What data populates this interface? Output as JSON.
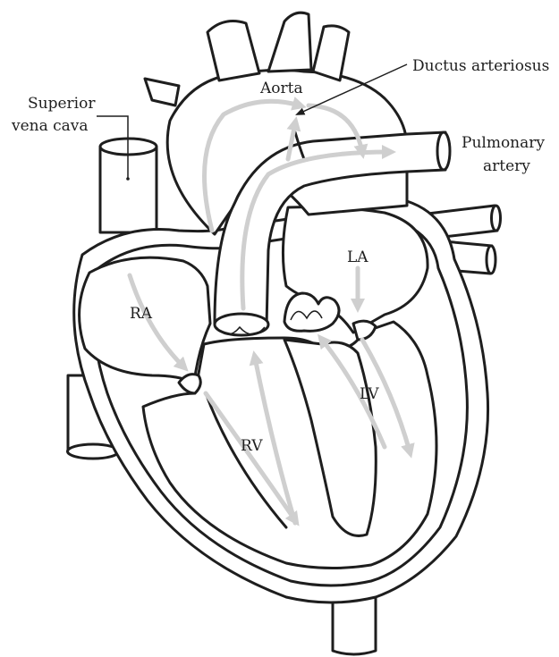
{
  "diagram": {
    "labels": {
      "aorta": "Aorta",
      "ductus": "Ductus arteriosus",
      "pulmonary_line1": "Pulmonary",
      "pulmonary_line2": "artery",
      "svc_line1": "Superior",
      "svc_line2": "vena cava",
      "ra": "RA",
      "la": "LA",
      "rv": "RV",
      "lv": "LV"
    },
    "colors": {
      "outline": "#1e1e1e",
      "flow_arrows": "#cfcfcf",
      "background": "#ffffff"
    }
  }
}
